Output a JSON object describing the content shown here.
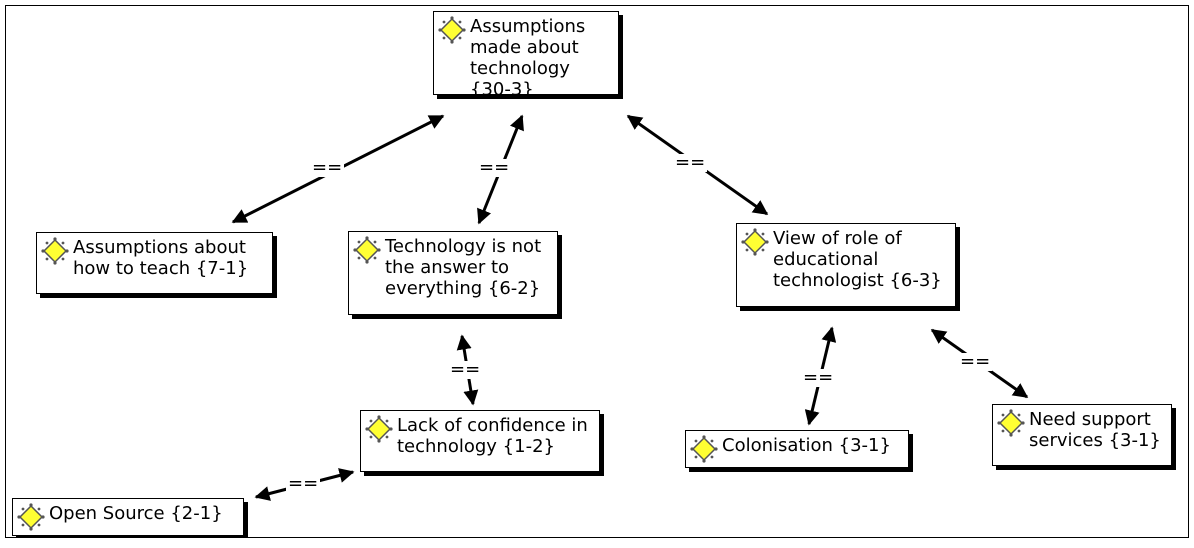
{
  "nodes": [
    {
      "id": "n1",
      "label": "Assumptions made about technology {30-3}"
    },
    {
      "id": "n2",
      "label": "Assumptions about how to teach {7-1}"
    },
    {
      "id": "n3",
      "label": "Technology is not the answer to everything {6-2}"
    },
    {
      "id": "n4",
      "label": "View of role of educational technologist {6-3}"
    },
    {
      "id": "n5",
      "label": "Lack of confidence in technology {1-2}"
    },
    {
      "id": "n6",
      "label": "Colonisation {3-1}"
    },
    {
      "id": "n7",
      "label": "Need support services {3-1}"
    },
    {
      "id": "n8",
      "label": "Open Source {2-1}"
    }
  ],
  "edges": [
    {
      "id": "e1",
      "label": "=="
    },
    {
      "id": "e2",
      "label": "=="
    },
    {
      "id": "e3",
      "label": "=="
    },
    {
      "id": "e4",
      "label": "=="
    },
    {
      "id": "e5",
      "label": "=="
    },
    {
      "id": "e6",
      "label": "=="
    },
    {
      "id": "e7",
      "label": "=="
    }
  ],
  "icon": "yellow-diamond-node-icon",
  "colors": {
    "node_fill": "#ffffff",
    "border": "#000000",
    "icon_fill": "#ffff33",
    "icon_dots": "#555555"
  }
}
